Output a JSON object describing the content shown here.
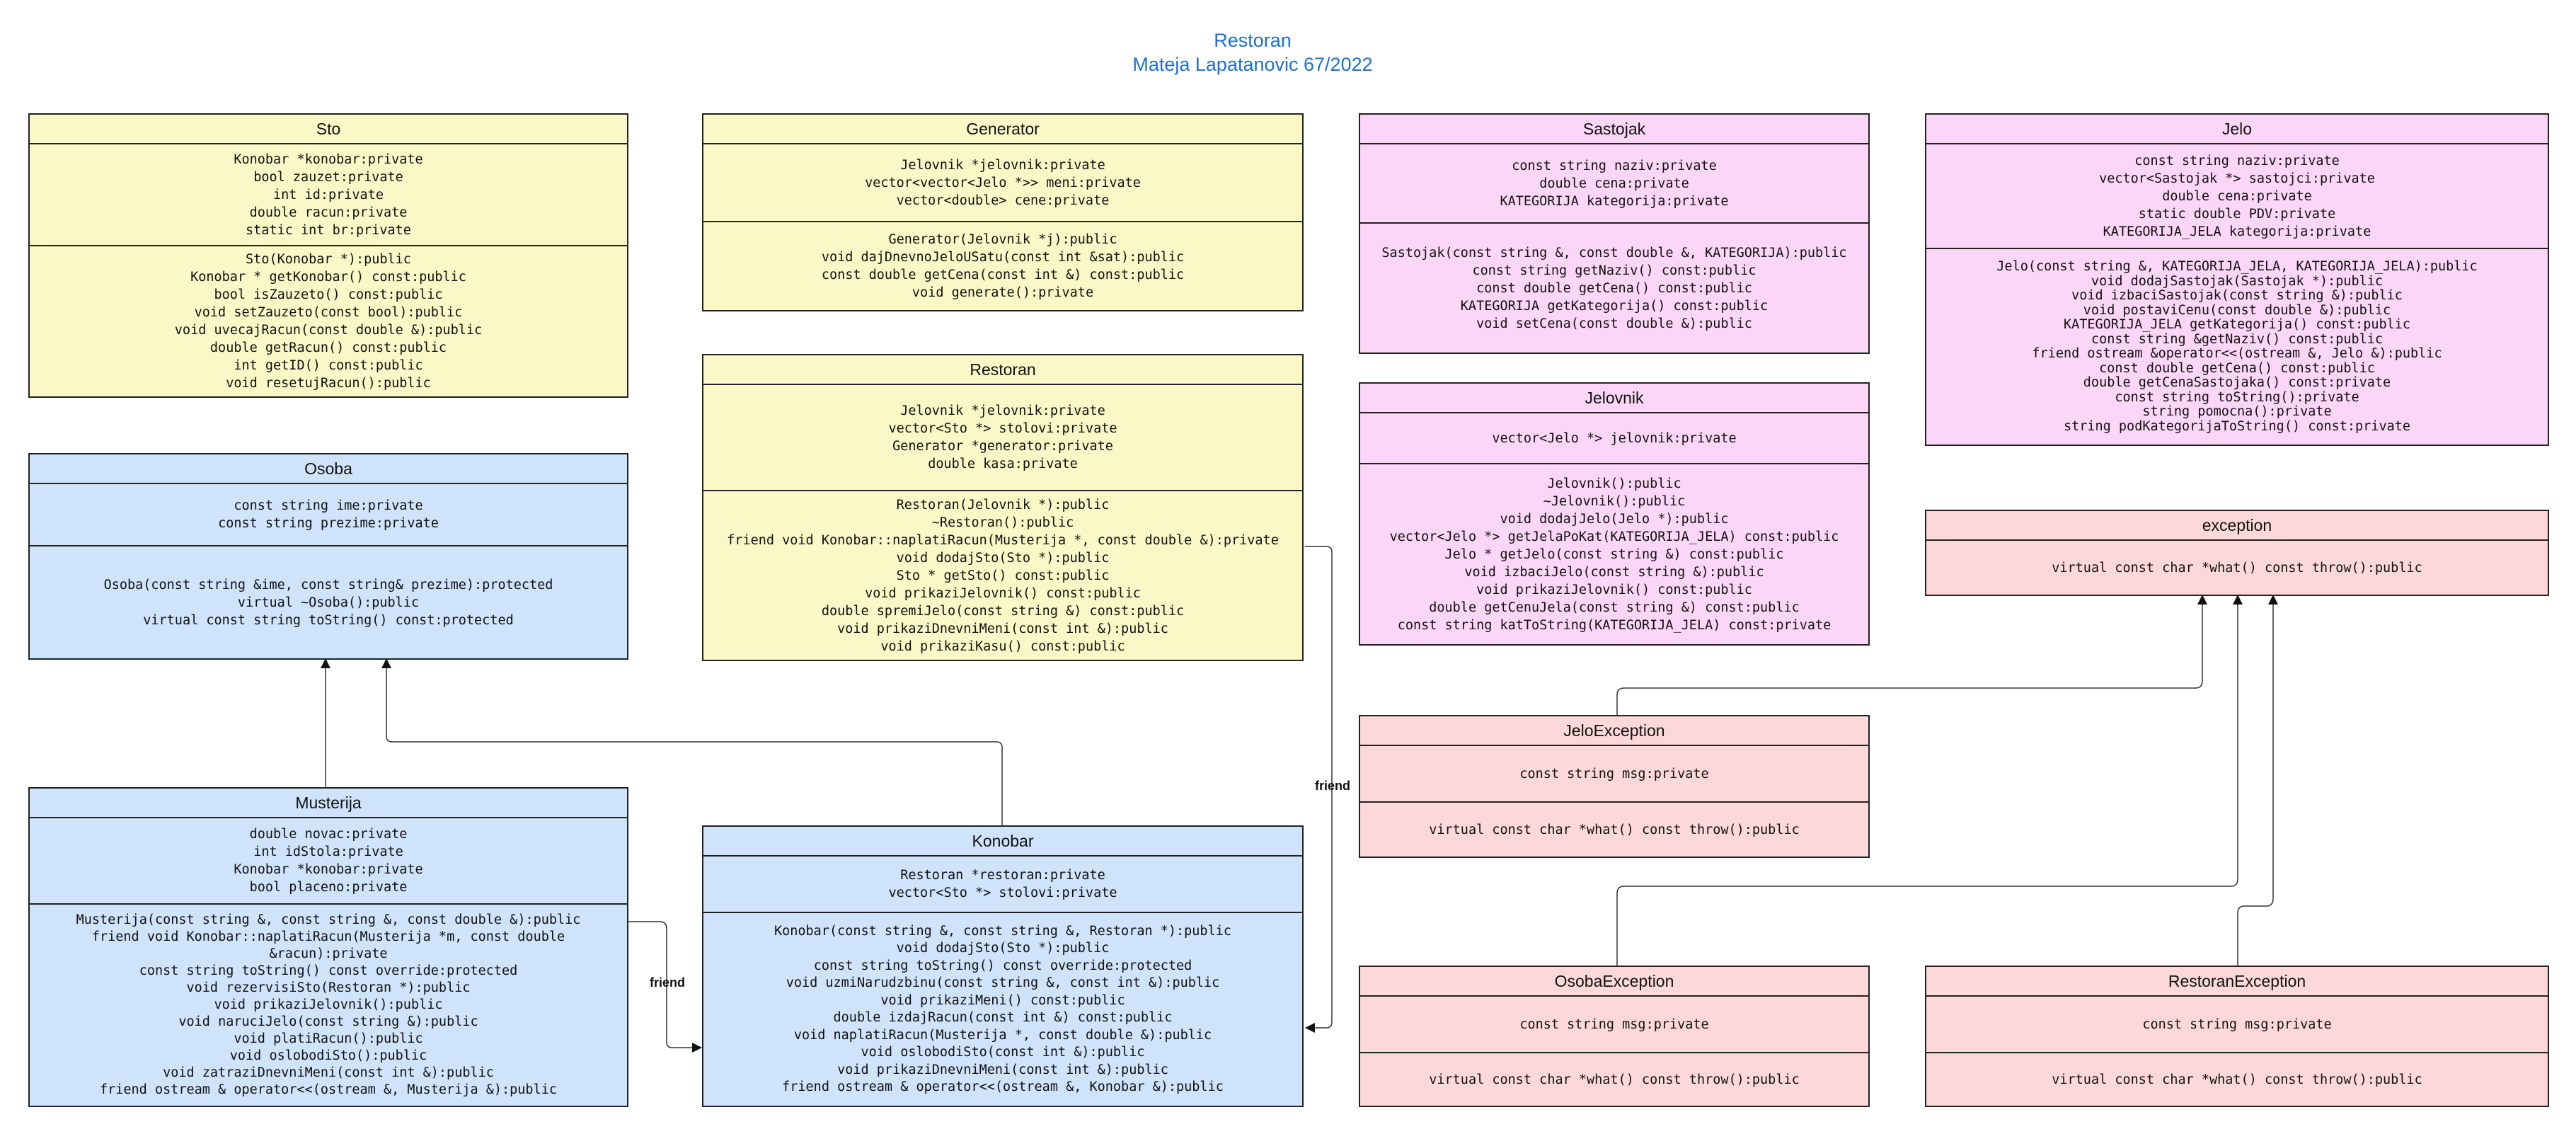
{
  "title": {
    "line1": "Restoran",
    "line2": "Mateja Lapatanovic 67/2022"
  },
  "classes": {
    "sto": {
      "name": "Sto",
      "attributes": [
        "Konobar *konobar:private",
        "bool zauzet:private",
        "int id:private",
        "double racun:private",
        "static int br:private"
      ],
      "operations": [
        "Sto(Konobar *):public",
        "Konobar * getKonobar() const:public",
        "bool isZauzeto() const:public",
        "void setZauzeto(const bool):public",
        "void uvecajRacun(const double &):public",
        "double getRacun() const:public",
        "int getID() const:public",
        "void resetujRacun():public"
      ]
    },
    "generator": {
      "name": "Generator",
      "attributes": [
        "Jelovnik *jelovnik:private",
        "vector<vector<Jelo *>> meni:private",
        "vector<double> cene:private"
      ],
      "operations": [
        "Generator(Jelovnik *j):public",
        "void dajDnevnoJeloUSatu(const int &sat):public",
        "const double getCena(const int &) const:public",
        "void generate():private"
      ]
    },
    "sastojak": {
      "name": "Sastojak",
      "attributes": [
        "const string naziv:private",
        "double cena:private",
        "KATEGORIJA kategorija:private"
      ],
      "operations": [
        "Sastojak(const string &, const double &, KATEGORIJA):public",
        "const string getNaziv() const:public",
        "const double getCena() const:public",
        "KATEGORIJA getKategorija() const:public",
        "void setCena(const double &):public"
      ]
    },
    "jelo": {
      "name": "Jelo",
      "attributes": [
        "const string naziv:private",
        "vector<Sastojak *> sastojci:private",
        "double cena:private",
        "static double PDV:private",
        "KATEGORIJA_JELA kategorija:private"
      ],
      "operations": [
        "Jelo(const string &, KATEGORIJA_JELA, KATEGORIJA_JELA):public",
        "void dodajSastojak(Sastojak *):public",
        "void izbaciSastojak(const string &):public",
        "void postaviCenu(const double &):public",
        "KATEGORIJA_JELA getKategorija() const:public",
        "const string &getNaziv() const:public",
        "friend ostream &operator<<(ostream &, Jelo &):public",
        "const double getCena() const:public",
        "double getCenaSastojaka() const:private",
        "const string toString():private",
        "string pomocna():private",
        "string podKategorijaToString() const:private"
      ]
    },
    "restoran": {
      "name": "Restoran",
      "attributes": [
        "Jelovnik *jelovnik:private",
        "vector<Sto *> stolovi:private",
        "Generator *generator:private",
        "double kasa:private"
      ],
      "operations": [
        "Restoran(Jelovnik *):public",
        "~Restoran():public",
        "friend void Konobar::naplatiRacun(Musterija *, const double &):private",
        "void dodajSto(Sto *):public",
        "Sto * getSto() const:public",
        "void prikaziJelovnik() const:public",
        "double spremiJelo(const string &) const:public",
        "void prikaziDnevniMeni(const int &):public",
        "void prikaziKasu() const:public"
      ]
    },
    "jelovnik": {
      "name": "Jelovnik",
      "attributes": [
        "vector<Jelo *> jelovnik:private"
      ],
      "operations": [
        "Jelovnik():public",
        "~Jelovnik():public",
        "void dodajJelo(Jelo *):public",
        "vector<Jelo *> getJelaPoKat(KATEGORIJA_JELA) const:public",
        "Jelo * getJelo(const string &) const:public",
        "void izbaciJelo(const string &):public",
        "void prikaziJelovnik() const:public",
        "double getCenuJela(const string &) const:public",
        "const string katToString(KATEGORIJA_JELA) const:private"
      ]
    },
    "exception": {
      "name": "exception",
      "attributes": [
        "virtual const char *what() const throw():public"
      ],
      "operations": []
    },
    "osoba": {
      "name": "Osoba",
      "attributes": [
        "const string ime:private",
        "const string prezime:private"
      ],
      "operations": [
        "Osoba(const string &ime, const string& prezime):protected",
        "virtual ~Osoba():public",
        "virtual const string toString() const:protected"
      ]
    },
    "jeloException": {
      "name": "JeloException",
      "attributes": [
        "const string msg:private"
      ],
      "operations": [
        "virtual const char *what() const throw():public"
      ]
    },
    "musterija": {
      "name": "Musterija",
      "attributes": [
        "double novac:private",
        "int idStola:private",
        "Konobar *konobar:private",
        "bool placeno:private"
      ],
      "operations": [
        "Musterija(const string &, const string &, const double &):public",
        "friend void Konobar::naplatiRacun(Musterija *m, const double &racun):private",
        "const string toString() const override:protected",
        "void rezervisiSto(Restoran *):public",
        "void prikaziJelovnik():public",
        "void naruciJelo(const string &):public",
        "void platiRacun():public",
        "void oslobodiSto():public",
        "void zatraziDnevniMeni(const int &):public",
        "friend ostream & operator<<(ostream &, Musterija &):public"
      ]
    },
    "konobar": {
      "name": "Konobar",
      "attributes": [
        "Restoran *restoran:private",
        "vector<Sto *> stolovi:private"
      ],
      "operations": [
        "Konobar(const string &, const string &, Restoran *):public",
        "void dodajSto(Sto *):public",
        "const string toString() const override:protected",
        "void uzmiNarudzbinu(const string &, const int &):public",
        "void prikaziMeni() const:public",
        "double izdajRacun(const int &) const:public",
        "void naplatiRacun(Musterija *, const double &):public",
        "void oslobodiSto(const int &):public",
        "void prikaziDnevniMeni(const int &):public",
        "friend ostream & operator<<(ostream &, Konobar &):public"
      ]
    },
    "osobaException": {
      "name": "OsobaException",
      "attributes": [
        "const string msg:private"
      ],
      "operations": [
        "virtual const char *what() const throw():public"
      ]
    },
    "restoranException": {
      "name": "RestoranException",
      "attributes": [
        "const string msg:private"
      ],
      "operations": [
        "virtual const char *what() const throw():public"
      ]
    }
  },
  "links": {
    "friend_label_1": "friend",
    "friend_label_2": "friend"
  },
  "colors": {
    "yellow": "#fbf8c7",
    "blue": "#cfe3fb",
    "pink": "#fcd6f6",
    "red": "#fcd8d8",
    "title": "#1a6fd6"
  }
}
